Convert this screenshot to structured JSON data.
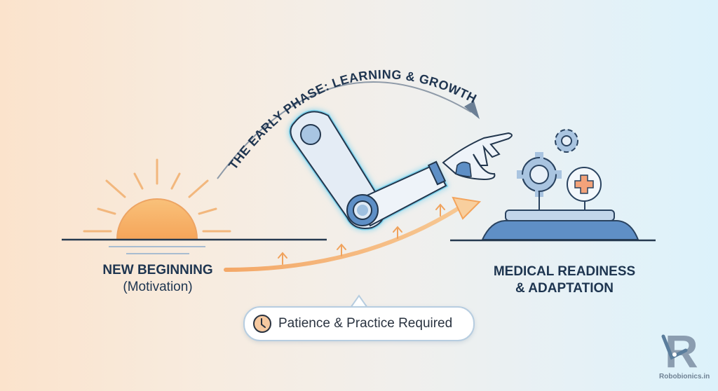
{
  "title": "THE EARLY PHASE: LEARNING & GROWTH",
  "start": {
    "title": "NEW BEGINNING",
    "subtitle": "(Motivation)",
    "icon": "sunrise-icon"
  },
  "end": {
    "title_line1": "MEDICAL READINESS",
    "title_line2": "& ADAPTATION",
    "icon": "gears-medical-platform-icon"
  },
  "center": {
    "icon": "robotic-prosthetic-arm-icon"
  },
  "callout": {
    "text": "Patience & Practice Required",
    "icon": "clock-icon"
  },
  "branding": {
    "logo_letter": "R",
    "text": "Robobionics.in"
  },
  "colors": {
    "navy": "#1e3550",
    "orange": "#f3a860",
    "blue": "#5b8fc7",
    "glow": "#7fd3ec"
  }
}
